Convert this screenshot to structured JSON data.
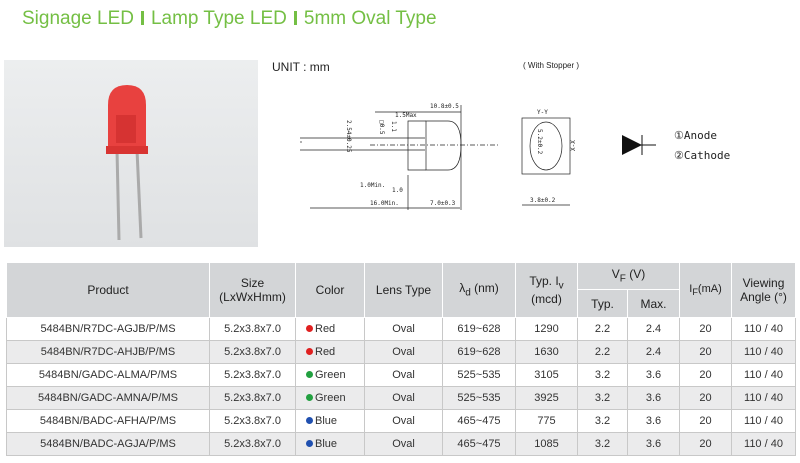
{
  "title": {
    "parts": [
      "Signage LED",
      "Lamp Type LED",
      "5mm Oval Type"
    ],
    "color": "#74bf44"
  },
  "diagram": {
    "unit": "UNIT : mm",
    "stopper": "( With Stopper )",
    "dims": [
      "10.8±0.5",
      "1.5Max",
      "□0.5",
      "1.1",
      "2.54±0.25",
      "1.0",
      "1.0Min.",
      "16.0Min.",
      "7.0±0.3",
      "Y-Y",
      "5.2±0.2",
      "X-X",
      "3.8±0.2"
    ],
    "legend": [
      "①Anode",
      "②Cathode"
    ]
  },
  "table": {
    "headers": {
      "product": "Product",
      "size": "Size",
      "size_unit": "(LxWxHmm)",
      "color": "Color",
      "lens": "Lens Type",
      "wavelength": "λ",
      "wavelength_sub": "d",
      "wavelength_unit": "(nm)",
      "iv": "Typ. I",
      "iv_sub": "v",
      "iv_unit": "(mcd)",
      "vf": "V",
      "vf_sub": "F",
      "vf_unit": "(V)",
      "vf_typ": "Typ.",
      "vf_max": "Max.",
      "if": "I",
      "if_sub": "F",
      "if_unit": "(mA)",
      "angle": "Viewing",
      "angle2": "Angle (°)"
    },
    "rows": [
      {
        "product": "5484BN/R7DC-AGJB/P/MS",
        "size": "5.2x3.8x7.0",
        "color": "Red",
        "dot": "#e02020",
        "lens": "Oval",
        "wl": "619~628",
        "iv": "1290",
        "vtyp": "2.2",
        "vmax": "2.4",
        "if": "20",
        "angle": "110 / 40"
      },
      {
        "product": "5484BN/R7DC-AHJB/P/MS",
        "size": "5.2x3.8x7.0",
        "color": "Red",
        "dot": "#e02020",
        "lens": "Oval",
        "wl": "619~628",
        "iv": "1630",
        "vtyp": "2.2",
        "vmax": "2.4",
        "if": "20",
        "angle": "110 / 40"
      },
      {
        "product": "5484BN/GADC-ALMA/P/MS",
        "size": "5.2x3.8x7.0",
        "color": "Green",
        "dot": "#22a040",
        "lens": "Oval",
        "wl": "525~535",
        "iv": "3105",
        "vtyp": "3.2",
        "vmax": "3.6",
        "if": "20",
        "angle": "110 / 40"
      },
      {
        "product": "5484BN/GADC-AMNA/P/MS",
        "size": "5.2x3.8x7.0",
        "color": "Green",
        "dot": "#22a040",
        "lens": "Oval",
        "wl": "525~535",
        "iv": "3925",
        "vtyp": "3.2",
        "vmax": "3.6",
        "if": "20",
        "angle": "110 / 40"
      },
      {
        "product": "5484BN/BADC-AFHA/P/MS",
        "size": "5.2x3.8x7.0",
        "color": "Blue",
        "dot": "#2050b0",
        "lens": "Oval",
        "wl": "465~475",
        "iv": "775",
        "vtyp": "3.2",
        "vmax": "3.6",
        "if": "20",
        "angle": "110 / 40"
      },
      {
        "product": "5484BN/BADC-AGJA/P/MS",
        "size": "5.2x3.8x7.0",
        "color": "Blue",
        "dot": "#2050b0",
        "lens": "Oval",
        "wl": "465~475",
        "iv": "1085",
        "vtyp": "3.2",
        "vmax": "3.6",
        "if": "20",
        "angle": "110 / 40"
      }
    ]
  }
}
